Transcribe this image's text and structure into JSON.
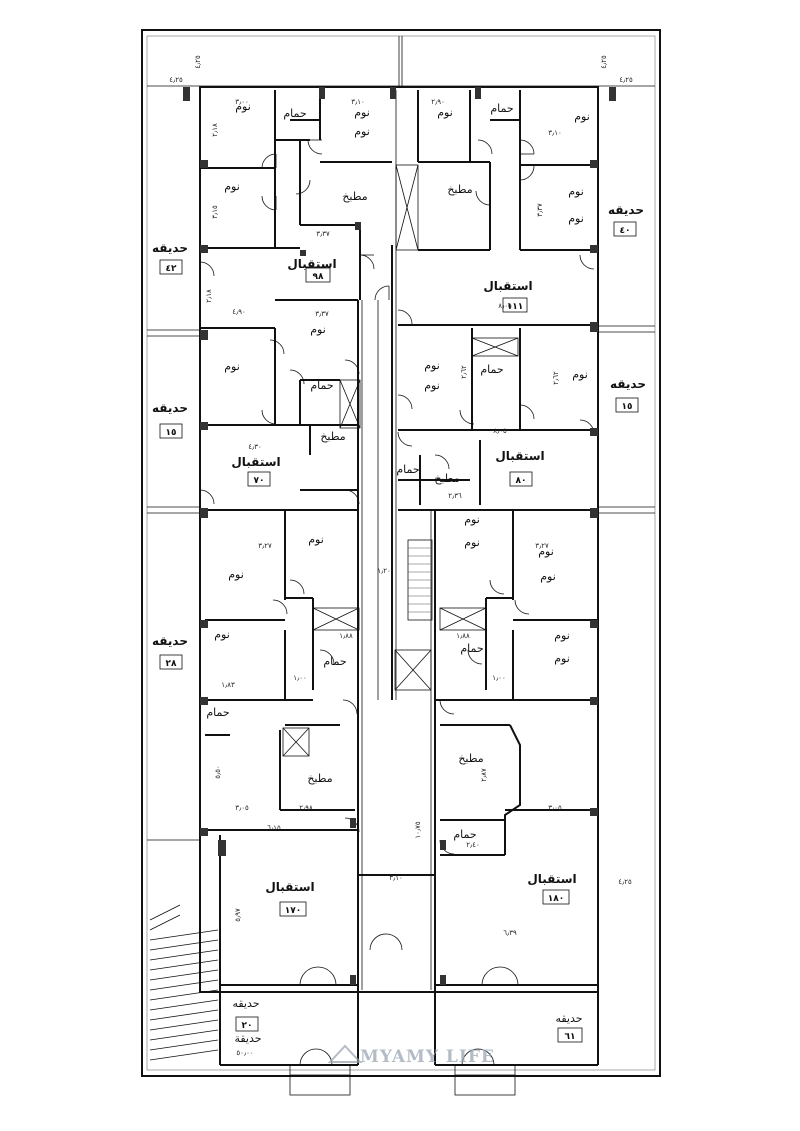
{
  "rooms": {
    "bedroom": "نوم",
    "bath": "حمام",
    "kitchen": "مطبخ",
    "reception": "استقبال",
    "garden": "حديقه",
    "garden_alt": "حديقة"
  },
  "gardens": {
    "left_top": "٤٢",
    "right_top": "٤٠",
    "left_mid": "١٥",
    "right_mid": "١٥",
    "left_low": "٢٨",
    "bottom_left": "٢٠",
    "bottom_left_area": "٥٠٫٠٠",
    "bottom_right": "٦١"
  },
  "units": {
    "u98": "٩٨",
    "u111": "١١١",
    "u70": "٧٠",
    "u80": "٨٠",
    "u170": "١٧٠",
    "u180": "١٨٠"
  },
  "dims": {
    "d425": "٤٫٢٥",
    "d310": "٣٫١٠",
    "d290": "٢٫٩٠",
    "d300": "٣٫٠٠",
    "d218": "٢٫١٨",
    "d315": "٣٫١٥",
    "d337": "٣٫٣٧",
    "d325": "٣٫٢٥",
    "d490": "٤٫٩٠",
    "d805": "٨٫٠٥",
    "d262": "٢٫٦٢",
    "d430": "٤٫٣٠",
    "d327": "٣٫٢٧",
    "d183": "١٫٨٣",
    "d188": "١٫٨٨",
    "d100": "١٫٠٠",
    "d298": "٢٫٩٨",
    "d615": "٦٫١٥",
    "d305": "٣٫٠٥",
    "d239": "٦٫٣٩",
    "d1075": "١٠٫٧٥",
    "d120": "١٫٢٠",
    "d287": "٢٫٨٧",
    "d240": "٢٫٤٠",
    "d597": "٥٫٩٧",
    "d236": "٢٫٣٦",
    "d550": "٥٫٥٠",
    "d200": "٢٫٠٠"
  },
  "watermark": {
    "brand": "MYAMY LIFE"
  }
}
